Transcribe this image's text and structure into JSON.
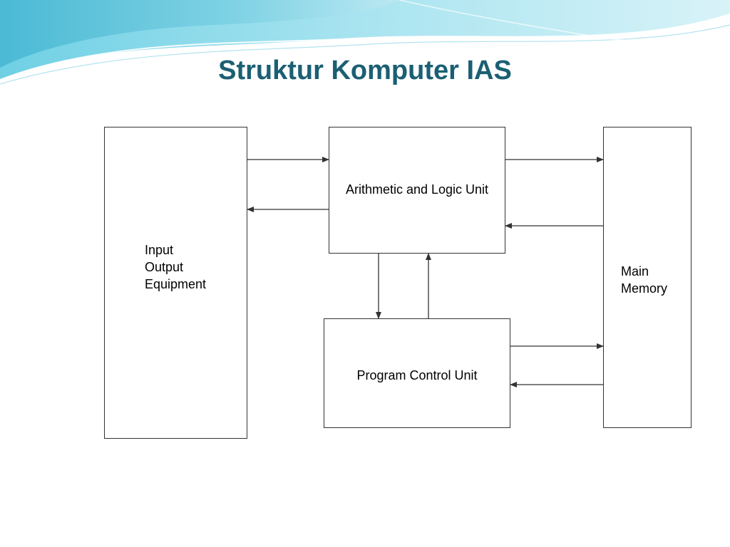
{
  "slide": {
    "title": "Struktur Komputer IAS"
  },
  "diagram": {
    "io_equipment": {
      "label_lines": [
        "Input",
        "Output",
        "Equipment"
      ]
    },
    "alu": {
      "label": "Arithmetic and Logic Unit"
    },
    "program_control_unit": {
      "label": "Program Control Unit"
    },
    "main_memory": {
      "label_lines": [
        "Main",
        "Memory"
      ]
    },
    "connections": [
      {
        "from": "Input Output Equipment",
        "to": "Arithmetic and Logic Unit"
      },
      {
        "from": "Arithmetic and Logic Unit",
        "to": "Input Output Equipment"
      },
      {
        "from": "Arithmetic and Logic Unit",
        "to": "Main Memory"
      },
      {
        "from": "Main Memory",
        "to": "Arithmetic and Logic Unit"
      },
      {
        "from": "Arithmetic and Logic Unit",
        "to": "Program Control Unit"
      },
      {
        "from": "Program Control Unit",
        "to": "Arithmetic and Logic Unit"
      },
      {
        "from": "Program Control Unit",
        "to": "Main Memory"
      },
      {
        "from": "Main Memory",
        "to": "Program Control Unit"
      }
    ]
  },
  "colors": {
    "title": "#1b5f73",
    "wave_light": "#bfe9f2",
    "wave_mid": "#7fd3e6",
    "wave_dark": "#3fb2cf",
    "line": "#333333"
  }
}
